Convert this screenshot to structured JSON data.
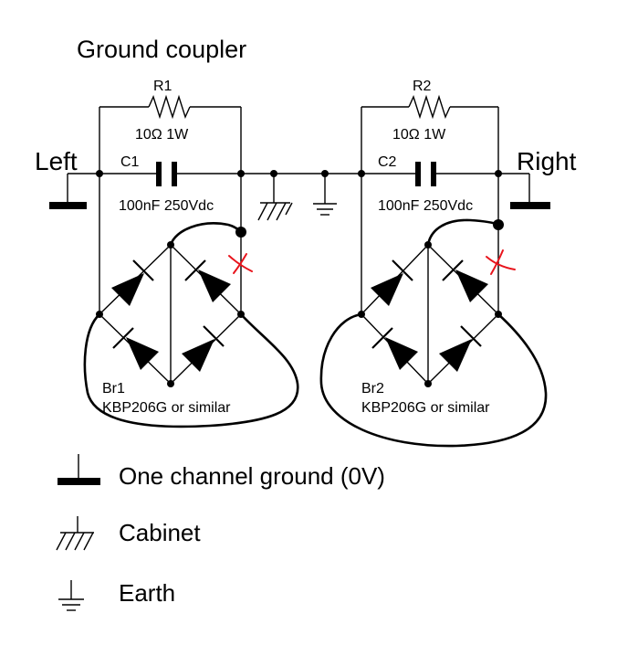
{
  "title": "Ground coupler",
  "left": {
    "port_label": "Left",
    "resistor_name": "R1",
    "resistor_value": "10Ω 1W",
    "capacitor_name": "C1",
    "capacitor_value": "100nF 250Vdc",
    "bridge_name": "Br1",
    "bridge_part": "KBP206G or similar"
  },
  "right": {
    "port_label": "Right",
    "resistor_name": "R2",
    "resistor_value": "10Ω 1W",
    "capacitor_name": "C2",
    "capacitor_value": "100nF 250Vdc",
    "bridge_name": "Br2",
    "bridge_part": "KBP206G or similar"
  },
  "legend": [
    {
      "symbol": "one-channel-ground-symbol",
      "label": "One channel ground (0V)"
    },
    {
      "symbol": "cabinet-ground-symbol",
      "label": "Cabinet"
    },
    {
      "symbol": "earth-ground-symbol",
      "label": "Earth"
    }
  ],
  "colors": {
    "line": "#000000",
    "annotation": "#e8141c",
    "background": "#ffffff"
  }
}
